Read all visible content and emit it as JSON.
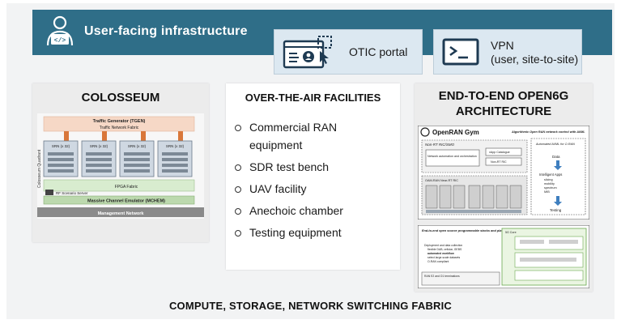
{
  "header": {
    "title": "User-facing infrastructure",
    "cards": [
      {
        "label": "OTIC portal"
      },
      {
        "label_line1": "VPN",
        "label_line2": "(user, site-to-site)"
      }
    ]
  },
  "colosseum": {
    "title": "COLOSSEUM",
    "labels": {
      "tgen": "Traffic Generator (TGEN)",
      "tnf": "Traffic Network Fabric",
      "srn": [
        "SRN (x 32)",
        "SRN (x 32)",
        "SRN (x 32)",
        "SRN (x 32)"
      ],
      "fpga": "FPGA Fabric",
      "rf": "RF Scenario Server",
      "mchem": "Massive Channel Emulator (MCHEM)",
      "quadrant": "Colosseum Quadrant",
      "mgmt": "Management Network"
    }
  },
  "ota": {
    "title": "OVER-THE-AIR FACILITIES",
    "items": [
      "Commercial RAN",
      "equipment",
      "SDR test bench",
      "UAV facility",
      "Anechoic chamber",
      "Testing equipment"
    ]
  },
  "e2e": {
    "title_line1": "END-TO-END OPEN6G",
    "title_line2": "ARCHITECTURE",
    "gym": {
      "name": "OpenRAN Gym",
      "subtitle": "Algorithmic Open RAN network control with AI/ML",
      "nonrt": "Non-RT RIC/SMO",
      "net_auto": "Network automation and orchestration",
      "xapp_cat": "xApp Catalogue",
      "nonrt_ric": "Non-RT RIC",
      "auto_ai": "Automated AI/ML for O-RAN",
      "data": "Data",
      "intel": "Intelligent Apps",
      "intel_items": [
        "slicing",
        "mobility",
        "spectrum",
        "MIB"
      ],
      "testing": "Testing",
      "nearrt": "OAM-RAN Near-RT RIC"
    },
    "stack": {
      "title": "End-to-end open source programmable stacks and platforms",
      "items": [
        "Deployment and data collection",
        "flexible DAB, cellular, GEBS",
        "automated workflow",
        "select large-scale datasets",
        "O-RAN compliant"
      ],
      "core": "5G Core",
      "ran": "RAN E2 and O1 terminations"
    }
  },
  "footer": {
    "label": "COMPUTE, STORAGE, NETWORK SWITCHING FABRIC"
  },
  "colors": {
    "header_bg": "#2f6e88",
    "card_bg": "#dce8f1",
    "icon_dark": "#1e3a52",
    "tgen_bg": "#f6d8c6",
    "fpga_bg": "#d8eccf",
    "link_orange": "#d9773a"
  }
}
